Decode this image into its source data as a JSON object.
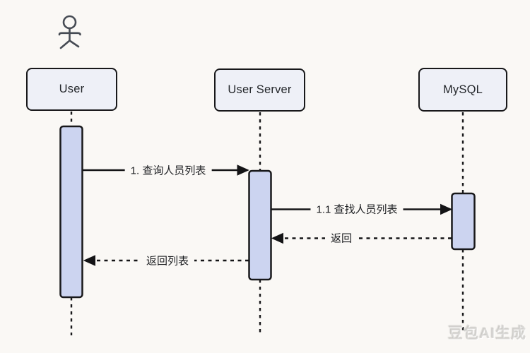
{
  "diagram": {
    "type": "uml-sequence",
    "participants": [
      {
        "id": "user",
        "label": "User",
        "has_actor_figure": true
      },
      {
        "id": "user-server",
        "label": "User Server",
        "has_actor_figure": false
      },
      {
        "id": "mysql",
        "label": "MySQL",
        "has_actor_figure": false
      }
    ],
    "messages": [
      {
        "index": 0,
        "label": "1. 查询人员列表",
        "from": "User",
        "to": "User Server",
        "line": "solid",
        "kind": "call"
      },
      {
        "index": 1,
        "label": "1.1 查找人员列表",
        "from": "User Server",
        "to": "MySQL",
        "line": "solid",
        "kind": "call"
      },
      {
        "index": 2,
        "label": "返回",
        "from": "MySQL",
        "to": "User Server",
        "line": "dashed",
        "kind": "return"
      },
      {
        "index": 3,
        "label": "返回列表",
        "from": "User Server",
        "to": "User",
        "line": "dashed",
        "kind": "return"
      }
    ]
  },
  "watermark": {
    "text": "豆包AI生成"
  },
  "colors": {
    "background": "#faf8f5",
    "participant_fill": "#eef0f7",
    "activation_fill": "#ccd4f0",
    "stroke": "#18181a",
    "actor_stroke": "#464b54",
    "label_text": "#1c1e21",
    "watermark_text": "#bab8b4"
  }
}
